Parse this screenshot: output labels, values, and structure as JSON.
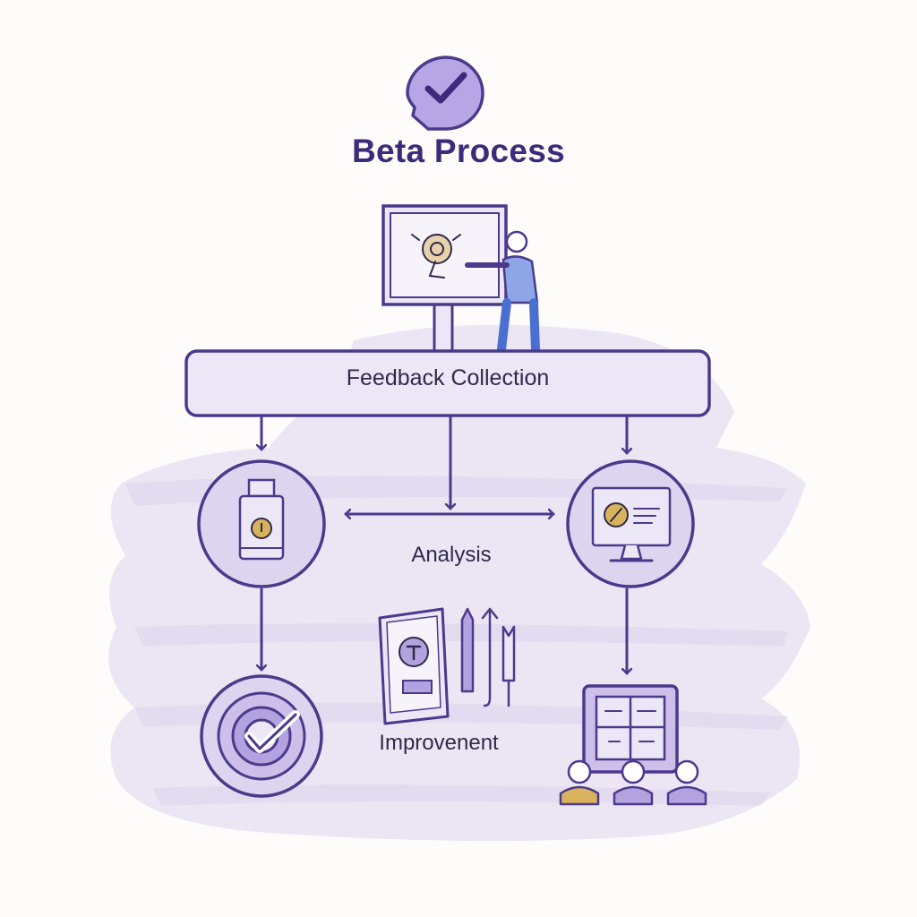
{
  "title": "Beta Process",
  "feedback_label": "Feedback Collection",
  "analysis_label": "Analysis",
  "improvement_label": "Improvenent",
  "colors": {
    "primary": "#4b3a8c",
    "title": "#3d2a7a",
    "wash": "#e3dcf0",
    "fill_light": "#ece7f6",
    "accent_yellow": "#d9b25c",
    "accent_blue": "#4a6fd1"
  },
  "icons": [
    "speech-bubble-check-icon",
    "whiteboard-presenter-icon",
    "device-gauge-icon",
    "monitor-dashboard-icon",
    "target-check-icon",
    "document-tools-icon",
    "team-board-icon"
  ]
}
